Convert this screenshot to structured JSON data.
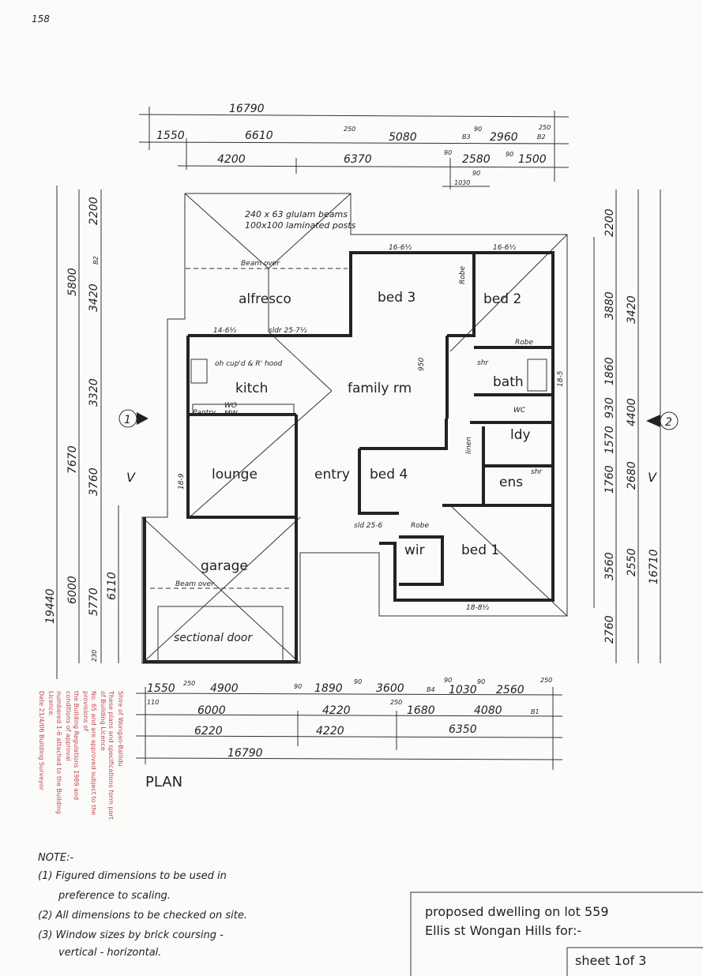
{
  "sheet_ref": "158",
  "plan_label": "PLAN",
  "top_dims": {
    "overall": "16790",
    "row1": [
      "1550",
      "6610",
      "250",
      "5080",
      "B3",
      "90",
      "2960",
      "250",
      "B2"
    ],
    "row2": [
      "4200",
      "6370",
      "90",
      "2580",
      "90",
      "1500"
    ],
    "row3": [
      "1030",
      "90"
    ]
  },
  "bottom_dims": {
    "row1": [
      "1550",
      "250",
      "4900",
      "90",
      "1890",
      "90",
      "3600",
      "B4",
      "90",
      "1030",
      "90",
      "2560",
      "250"
    ],
    "row2": [
      "110",
      "6000",
      "4220",
      "250",
      "1680",
      "4080",
      "B1"
    ],
    "row3": [
      "6220",
      "4220",
      "6350"
    ],
    "overall": "16790"
  },
  "left_dims": [
    "2200",
    "5800",
    "B2",
    "3420",
    "3320",
    "7670",
    "3760",
    "19440",
    "6000",
    "5770",
    "6110",
    "230"
  ],
  "right_dims": [
    "2200",
    "3880",
    "3420",
    "1860",
    "4400",
    "930",
    "1570",
    "2680",
    "1760",
    "16710",
    "3560",
    "2550",
    "2760"
  ],
  "section_markers": {
    "left": "1",
    "right": "2",
    "left_v": "V",
    "right_v": "V"
  },
  "rooms": {
    "alfresco": "alfresco",
    "bed3": "bed 3",
    "bed2": "bed 2",
    "kitchen": "kitch",
    "family": "family rm",
    "bath": "bath",
    "laundry": "ldy",
    "lounge": "lounge",
    "entry": "entry",
    "bed4": "bed 4",
    "ensuite": "ens",
    "wir": "wir",
    "bed1": "bed 1",
    "garage": "garage",
    "sectional_door": "sectional door"
  },
  "annotations": {
    "beams": "240 x 63 glulam beams",
    "posts": "100x100 laminated posts",
    "beam_over": "Beam over",
    "beam_over2": "Beam over",
    "robe": "Robe",
    "robe2": "Robe",
    "robe3": "Robe",
    "shr": "shr",
    "shr2": "shr",
    "wc": "WC",
    "linen": "linen",
    "pantry": "Pantry",
    "wo": "WO",
    "mw": "MW",
    "cupd": "oh cup'd & R' hood",
    "win1": "16-6½",
    "win2": "16-6½",
    "win3": "14-6½",
    "win4": "sldr 25-7½",
    "win5": "18-8½",
    "win6": "sld 25-6",
    "win7": "18-9",
    "win8": "18-5",
    "door_950": "950"
  },
  "stamp": {
    "authority": "Shire of Wongan-Ballidu",
    "line1": "These plans and specifications form part of Building Licence",
    "line2": "No. 65 and are approved subject to the provisions of",
    "line3": "the Building Regulations 1989 and conditions of approval",
    "line4": "numbered 1-6 attached to the Building Licence.",
    "date": "Date 21/4/06  Building Surveyor"
  },
  "notes": {
    "heading": "NOTE:-",
    "items": [
      "(1) Figured dimensions to be used in",
      "preference to scaling.",
      "(2) All dimensions to be checked on site.",
      "(3) Window sizes by brick coursing -",
      "vertical - horizontal."
    ]
  },
  "title_block": {
    "line1": "proposed  dwelling  on  lot  559",
    "line2": "Ellis  st  Wongan  Hills  for:-",
    "sheet": "sheet    1of 3"
  }
}
